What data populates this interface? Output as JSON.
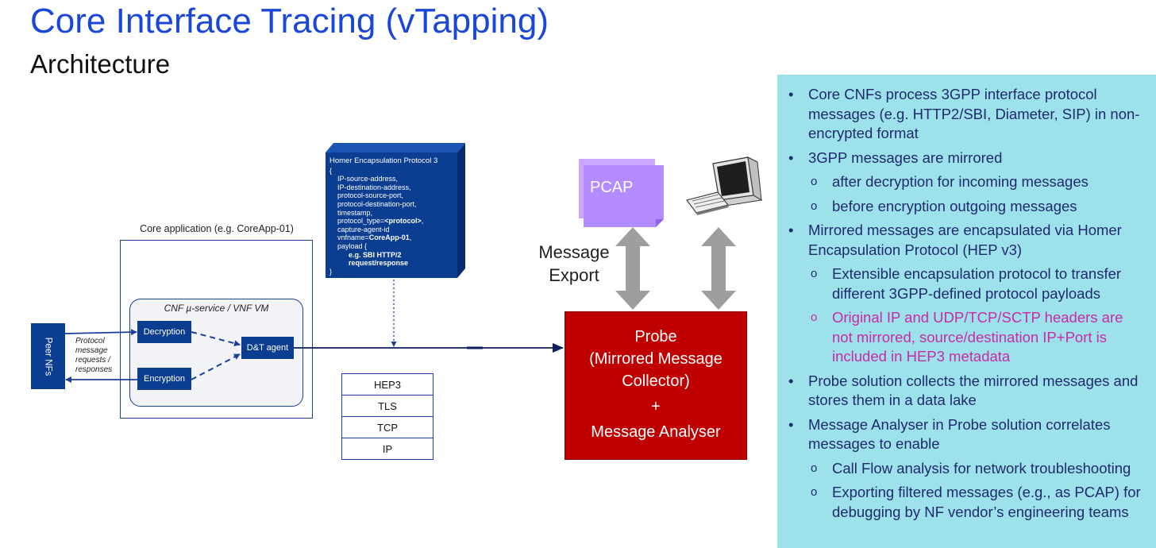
{
  "header": {
    "title": "Core Interface Tracing (vTapping)",
    "subtitle": "Architecture"
  },
  "diagram": {
    "core_app_label": "Core application (e.g. CoreApp-01)",
    "cnf_label": "CNF µ-service / VNF VM",
    "decryption": "Decryption",
    "encryption": "Encryption",
    "dt_agent": "D&T agent",
    "peer_nfs": "Peer NFs",
    "protocol_note": "Protocol message requests / responses",
    "hep": {
      "title": "Homer Encapsulation Protocol 3",
      "open_brace": "{",
      "fields": [
        "IP-source-address,",
        "IP-destination-address,",
        "protocol-source-port,",
        "protocol-destination-port,",
        "timestamp,"
      ],
      "protocol_type_prefix": "protocol_type=",
      "protocol_type_value": "<protocol>",
      "protocol_type_suffix": ",",
      "capture_agent": "capture-agent-id",
      "vnfname_prefix": "vnfname=",
      "vnfname_value": "CoreApp-01",
      "vnfname_suffix": ",",
      "payload": "payload {",
      "payload_example": "e.g. SBI HTTP/2 request/response",
      "close_brace": "}"
    },
    "stack": [
      "HEP3",
      "TLS",
      "TCP",
      "IP"
    ],
    "message_export_1": "Message",
    "message_export_2": "Export",
    "pcap": "PCAP",
    "probe": {
      "line1": "Probe",
      "line2": "(Mirrored Message",
      "line3": "Collector)",
      "plus": "+",
      "line4": "Message Analyser"
    }
  },
  "panel": {
    "b1": "Core CNFs process 3GPP interface protocol messages (e.g. HTTP2/SBI, Diameter, SIP) in non-encrypted format",
    "b2": "3GPP messages are mirrored",
    "b2_s1": "after decryption for incoming messages",
    "b2_s2": "before encryption outgoing messages",
    "b3": "Mirrored messages are encapsulated via Homer Encapsulation Protocol (HEP v3)",
    "b3_s1": "Extensible encapsulation protocol to transfer different 3GPP-defined protocol payloads",
    "b3_s2": "Original IP and UDP/TCP/SCTP headers are not mirrored, source/destination IP+Port is included in HEP3 metadata",
    "b4": "Probe solution collects the mirrored messages and stores them in a data lake",
    "b5": "Message Analyser in Probe solution correlates messages to enable",
    "b5_s1": "Call Flow analysis for network troubleshooting",
    "b5_s2": "Exporting filtered messages (e.g., as PCAP) for debugging by NF vendor’s engineering teams"
  },
  "colors": {
    "title_blue": "#1a47d8",
    "box_blue": "#0b3d91",
    "probe_red": "#c00000",
    "pcap_purple": "#b58cff",
    "panel_cyan": "#9de2ea",
    "panel_text": "#1f2a6e",
    "highlight_magenta": "#c82aa8"
  },
  "icons": [
    "computer-terminal-icon",
    "pcap-document-icon"
  ]
}
